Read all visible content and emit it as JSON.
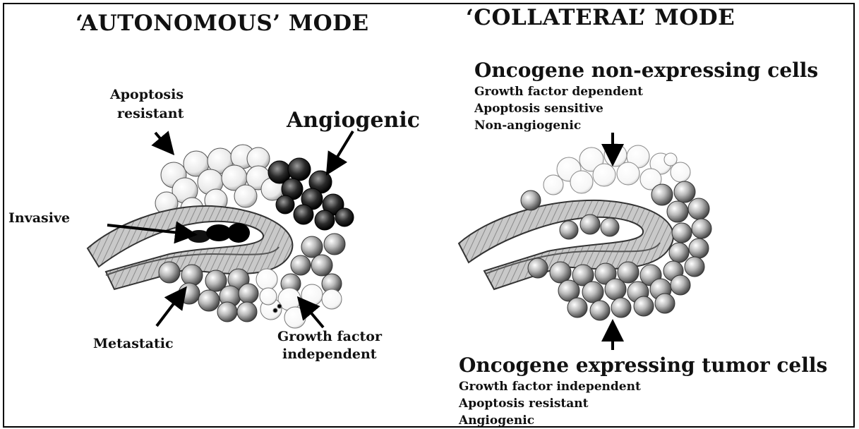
{
  "left_panel": {
    "title": "‘AUTONOMOUS’ MODE",
    "labels": {
      "apoptosis_line1": "Apoptosis",
      "apoptosis_line2": "resistant",
      "angiogenic": "Angiogenic",
      "invasive": "Invasive",
      "metastatic": "Metastatic",
      "growth_line1": "Growth factor",
      "growth_line2": "independent"
    }
  },
  "right_panel": {
    "title": "‘COLLATERAL’ MODE",
    "top_group": {
      "heading": "Oncogene non-expressing cells",
      "items": [
        "Growth factor dependent",
        "Apoptosis sensitive",
        "Non-angiogenic"
      ]
    },
    "bottom_group": {
      "heading": "Oncogene expressing tumor cells",
      "items": [
        "Growth factor independent",
        "Apoptosis resistant",
        "Angiogenic"
      ]
    }
  }
}
